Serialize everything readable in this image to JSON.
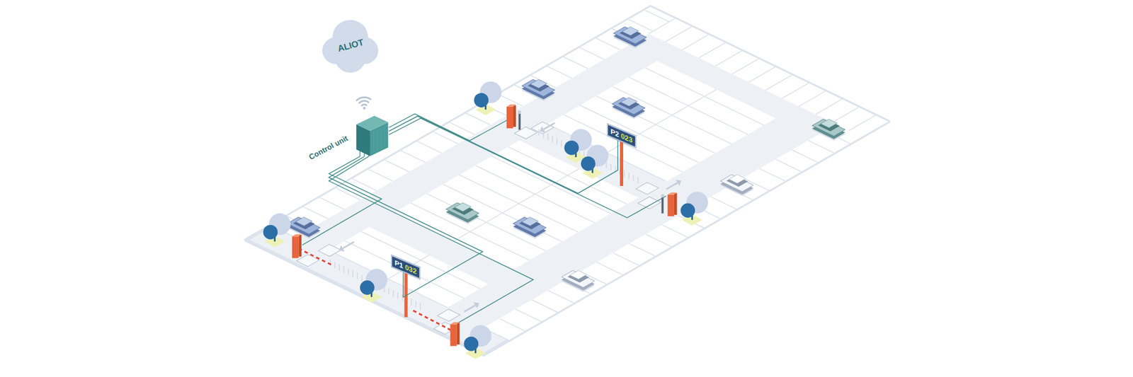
{
  "diagram": {
    "nodes": [
      {
        "text": [
          "ALIOT"
        ]
      },
      {
        "text": [
          "Control unit"
        ]
      },
      {
        "text": [
          "P2",
          "023"
        ]
      },
      {
        "text": [
          "P1",
          "032"
        ]
      }
    ],
    "edges": [
      {
        "from": 1,
        "to": 2,
        "arrow": "none"
      },
      {
        "from": 1,
        "to": 3,
        "arrow": "none"
      }
    ]
  }
}
